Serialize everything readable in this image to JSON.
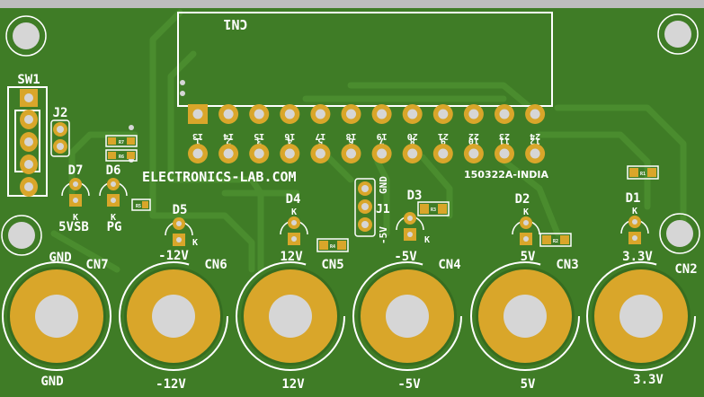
{
  "colors": {
    "board": "#3f7c26",
    "board_dark": "#366d20",
    "trace": "#4a8c2e",
    "pad": "#d9a62a",
    "hole": "#d6d6d6",
    "silk": "#ffffff",
    "background": "#bdbdbd"
  },
  "board": {
    "brand": "ELECTRONICS-LAB.COM",
    "part_number": "150322A-INDIA"
  },
  "cn1": {
    "label": "CN1",
    "top_pins": [
      "1",
      "2",
      "3",
      "4",
      "5",
      "6",
      "7",
      "8",
      "9",
      "10",
      "11",
      "12"
    ],
    "top_labels": [
      "13",
      "14",
      "15",
      "16",
      "17",
      "18",
      "19",
      "20",
      "21",
      "22",
      "23",
      "24"
    ]
  },
  "switch": {
    "label": "SW1"
  },
  "headers": {
    "j2": "J2",
    "j1": "J1",
    "j1_gnd": "GND",
    "j1_minus5": "-5V"
  },
  "leds": [
    {
      "ref": "D7",
      "name": "5VSB",
      "k": "K"
    },
    {
      "ref": "D6",
      "name": "PG",
      "k": "K"
    },
    {
      "ref": "D5",
      "name": "-12V",
      "k": "K"
    },
    {
      "ref": "D4",
      "name": "12V",
      "k": "K"
    },
    {
      "ref": "D3",
      "name": "-5V",
      "k": "K"
    },
    {
      "ref": "D2",
      "name": "5V",
      "k": "K"
    },
    {
      "ref": "D1",
      "name": "3.3V",
      "k": "K"
    }
  ],
  "resistors": [
    "R7",
    "R6",
    "R5",
    "R4",
    "R3",
    "R2",
    "R1"
  ],
  "terminals": [
    {
      "ref": "CN7",
      "top": "GND",
      "bottom": "GND"
    },
    {
      "ref": "CN6",
      "top": "-12V",
      "bottom": "-12V"
    },
    {
      "ref": "CN5",
      "top": "12V",
      "bottom": "12V"
    },
    {
      "ref": "CN4",
      "top": "-5V",
      "bottom": "-5V"
    },
    {
      "ref": "CN3",
      "top": "5V",
      "bottom": "5V"
    },
    {
      "ref": "CN2",
      "top": "3.3V",
      "bottom": "3.3V"
    }
  ]
}
